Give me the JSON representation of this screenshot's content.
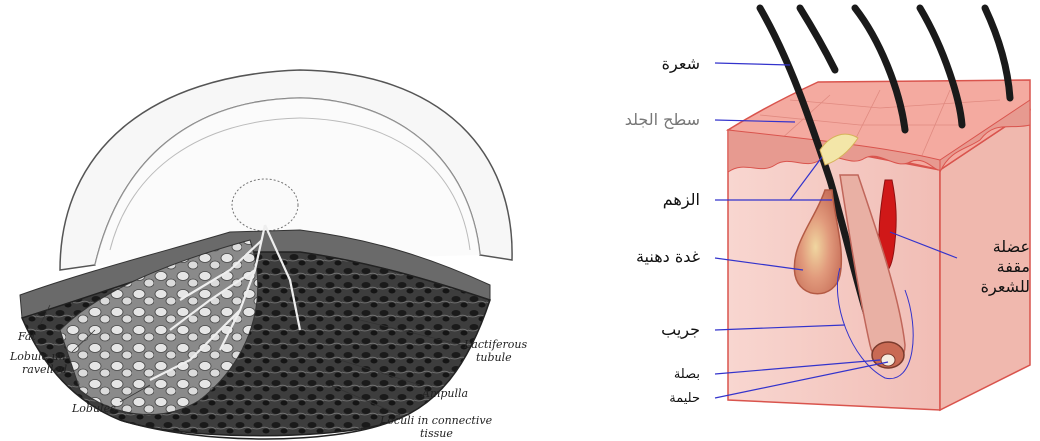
{
  "breast": {
    "labels": {
      "fat": "Fat",
      "lobule_line1": "Lobule un-",
      "lobule_line2": "ravelled",
      "lobules": "Lobules",
      "lactiferous_line1": "Lactiferous",
      "lactiferous_line2": "tubule",
      "ampulla": "Ampulla",
      "loculi_line1": "Loculi in connective",
      "loculi_line2": "tissue"
    }
  },
  "skin": {
    "labels": {
      "hair": "شعرة",
      "skin_surface": "سطح الجلد",
      "sebum": "الزهم",
      "sebaceous_gland": "غدة دهنية",
      "follicle": "جريب",
      "bulb": "بصلة",
      "papilla": "حليمة",
      "muscle_line1": "عضلة",
      "muscle_line2": "مقفة",
      "muscle_line3": "للشعرة"
    },
    "colors": {
      "leader": "#3333cc",
      "skin_pink": "#f4c6c0",
      "skin_edge": "#d9544d",
      "muscle": "#d01818",
      "gland": "#d9826d",
      "hair": "#1a1a1a"
    }
  }
}
